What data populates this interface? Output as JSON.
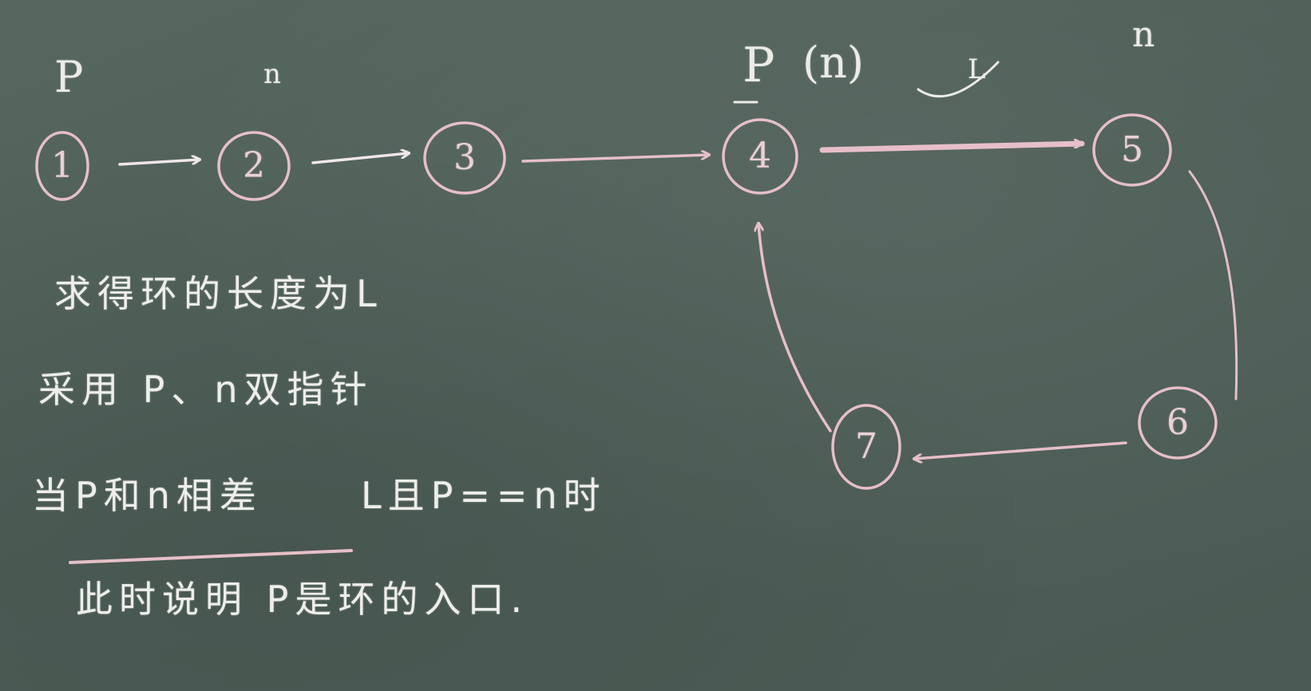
{
  "pointer_labels": {
    "p_start": "P",
    "n_start": "n",
    "p_meet": "P",
    "n_meet": "(n)",
    "loop_len": "L",
    "n_end": "n"
  },
  "nodes": [
    "1",
    "2",
    "3",
    "4",
    "5",
    "6",
    "7"
  ],
  "notes": {
    "line1": "求得环的长度为L",
    "line2": "采用 P、n双指针",
    "line3_underlined": "当P和n相差",
    "line3_rest": "L且P==n时",
    "line4": "此时说明 P是环的入口."
  },
  "colors": {
    "board": "#4f5f58",
    "chalk_white": "#ecece6",
    "chalk_pink": "#e6bfc8"
  }
}
